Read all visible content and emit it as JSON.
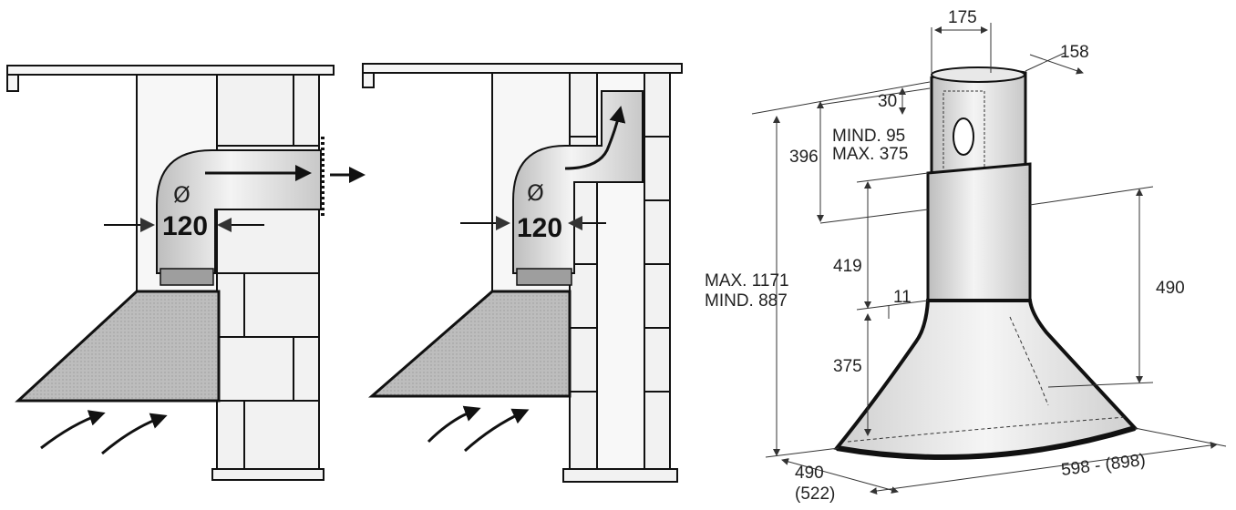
{
  "panel_left": {
    "diameter_symbol": "Ø",
    "diameter_value": "120"
  },
  "panel_middle": {
    "diameter_symbol": "Ø",
    "diameter_value": "120"
  },
  "panel_right": {
    "dim_top_width": "175",
    "dim_top_depth": "158",
    "dim_30": "30",
    "dim_396": "396",
    "dim_mind_95": "MIND. 95",
    "dim_max_375": "MAX. 375",
    "dim_419": "419",
    "dim_11": "11",
    "dim_375": "375",
    "dim_490_right": "490",
    "dim_max_1171": "MAX. 1171",
    "dim_mind_887": "MIND. 887",
    "dim_490_bottom": "490",
    "dim_522": "(522)",
    "dim_width_range": "598 - (898)"
  },
  "colors": {
    "line": "#111111",
    "wall_fill": "#f2f2f2",
    "hood_fill": "#b8b8b8",
    "dimension_line": "#333333"
  }
}
